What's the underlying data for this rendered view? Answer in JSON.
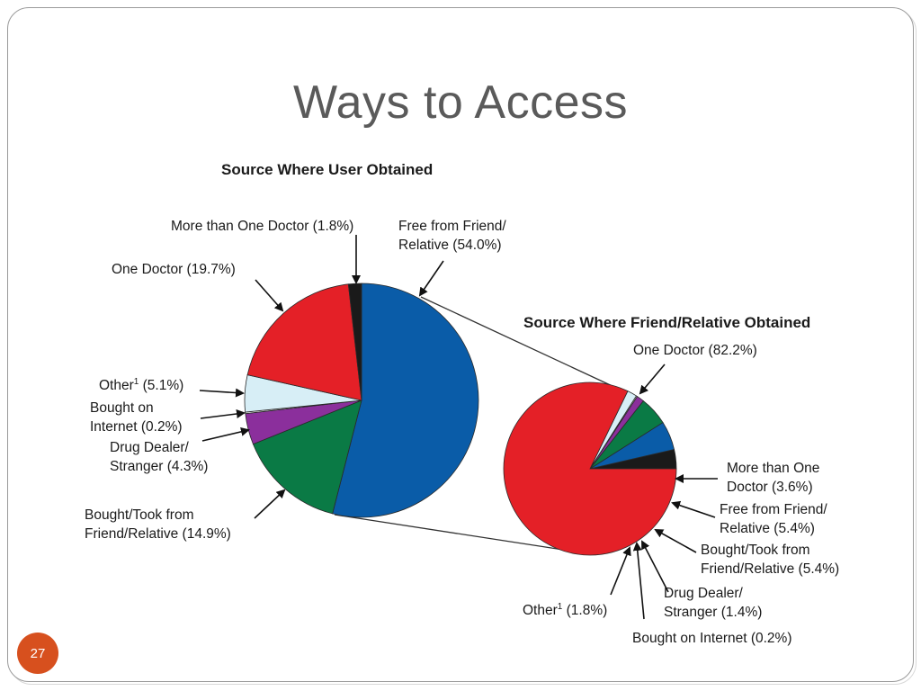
{
  "slide": {
    "title": "Ways to Access",
    "page_number": "27"
  },
  "chart_data": [
    {
      "type": "pie",
      "title": "Source Where User Obtained",
      "slices": [
        {
          "label": "Free from Friend/ Relative (54.0%)",
          "lines": [
            "Free from Friend/",
            "Relative (54.0%)"
          ],
          "value": 54.0,
          "color": "#0a5ca8"
        },
        {
          "label": "Bought/Took from Friend/Relative (14.9%)",
          "lines": [
            "Bought/Took from",
            "Friend/Relative (14.9%)"
          ],
          "value": 14.9,
          "color": "#0a7a45"
        },
        {
          "label": "Drug Dealer/ Stranger (4.3%)",
          "lines": [
            "Drug Dealer/",
            "Stranger (4.3%)"
          ],
          "value": 4.3,
          "color": "#8b2f9c"
        },
        {
          "label": "Bought on Internet (0.2%)",
          "lines": [
            "Bought on",
            "Internet (0.2%)"
          ],
          "value": 0.2,
          "color": "#ffffff"
        },
        {
          "label": "Other1 (5.1%)",
          "lines": [
            "Other1 (5.1%)"
          ],
          "value": 5.1,
          "color": "#d7eef6"
        },
        {
          "label": "One Doctor (19.7%)",
          "lines": [
            "One Doctor (19.7%)"
          ],
          "value": 19.7,
          "color": "#e42027"
        },
        {
          "label": "More than One Doctor (1.8%)",
          "lines": [
            "More than One Doctor (1.8%)"
          ],
          "value": 1.8,
          "color": "#1a1a1a"
        }
      ]
    },
    {
      "type": "pie",
      "title": "Source Where Friend/Relative Obtained",
      "slices": [
        {
          "label": "More than One Doctor (3.6%)",
          "lines": [
            "More than One",
            "Doctor (3.6%)"
          ],
          "value": 3.6,
          "color": "#1a1a1a"
        },
        {
          "label": "Free from Friend/ Relative (5.4%)",
          "lines": [
            "Free from Friend/",
            "Relative (5.4%)"
          ],
          "value": 5.4,
          "color": "#0a5ca8"
        },
        {
          "label": "Bought/Took from Friend/Relative (5.4%)",
          "lines": [
            "Bought/Took from",
            "Friend/Relative (5.4%)"
          ],
          "value": 5.4,
          "color": "#0a7a45"
        },
        {
          "label": "Drug Dealer/ Stranger (1.4%)",
          "lines": [
            "Drug Dealer/",
            "Stranger (1.4%)"
          ],
          "value": 1.4,
          "color": "#8b2f9c"
        },
        {
          "label": "Bought on Internet (0.2%)",
          "lines": [
            "Bought on Internet (0.2%)"
          ],
          "value": 0.2,
          "color": "#ffffff"
        },
        {
          "label": "Other1 (1.8%)",
          "lines": [
            "Other1 (1.8%)"
          ],
          "value": 1.8,
          "color": "#d7eef6"
        },
        {
          "label": "One Doctor (82.2%)",
          "lines": [
            "One Doctor (82.2%)"
          ],
          "value": 82.2,
          "color": "#e42027"
        }
      ]
    }
  ]
}
